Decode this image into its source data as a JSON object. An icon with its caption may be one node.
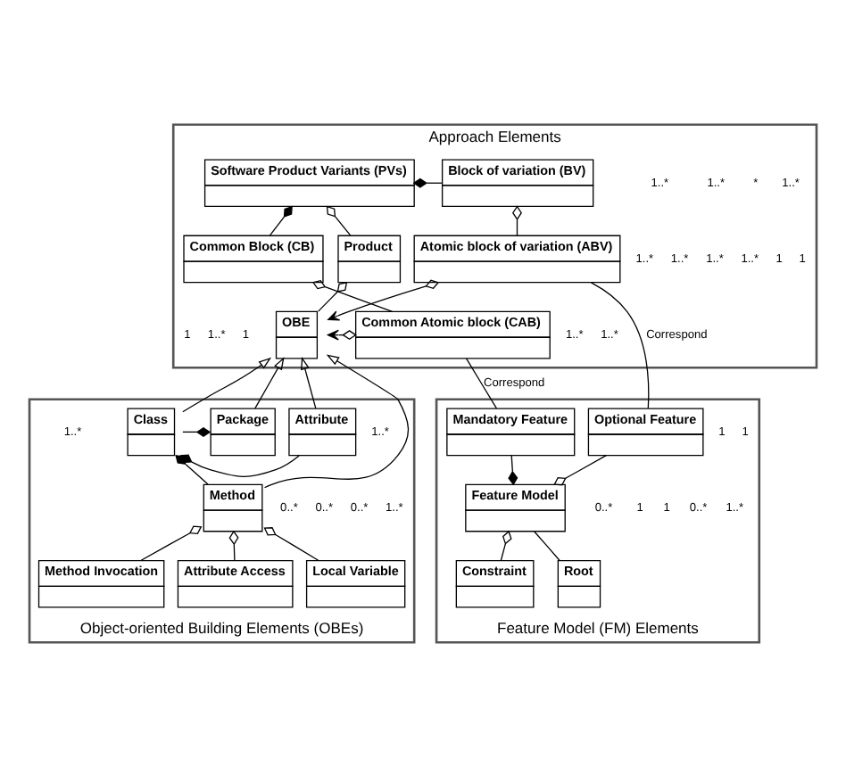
{
  "diagram": {
    "nodes": [
      {
        "text": [
          "Approach Elements"
        ]
      },
      {
        "text": [
          "Software Product Variants (PVs)"
        ],
        "in": 0
      },
      {
        "text": [
          "Block of variation (BV)"
        ],
        "in": 0
      },
      {
        "text": [
          "Common Block (CB)"
        ],
        "in": 0
      },
      {
        "text": [
          "Product"
        ],
        "in": 0
      },
      {
        "text": [
          "Atomic block of variation (ABV)"
        ],
        "in": 0
      },
      {
        "text": [
          "OBE"
        ],
        "in": 0
      },
      {
        "text": [
          "Common Atomic block (CAB)"
        ],
        "in": 0
      },
      {
        "text": [
          "Object-oriented Building Elements (OBEs)"
        ]
      },
      {
        "text": [
          "Class"
        ],
        "in": 8
      },
      {
        "text": [
          "Package"
        ],
        "in": 8
      },
      {
        "text": [
          "Attribute"
        ],
        "in": 8
      },
      {
        "text": [
          "Method"
        ],
        "in": 8
      },
      {
        "text": [
          "Attribute Access"
        ],
        "in": 8
      },
      {
        "text": [
          "Method Invocation"
        ],
        "in": 8
      },
      {
        "text": [
          "Local Variable"
        ],
        "in": 8
      },
      {
        "text": [
          "Feature Model (FM) Elements"
        ]
      },
      {
        "text": [
          "Mandatory Feature"
        ],
        "in": 16
      },
      {
        "text": [
          "Optional Feature"
        ],
        "in": 16
      },
      {
        "text": [
          "Feature Model"
        ],
        "in": 16
      },
      {
        "text": [
          "Root"
        ],
        "in": 16
      },
      {
        "text": [
          "Constraint"
        ],
        "in": 16
      }
    ],
    "edges": [
      {
        "from": 2,
        "to": 1,
        "arrow": "other"
      },
      {
        "from": 4,
        "to": 1,
        "arrow": "other"
      },
      {
        "from": 3,
        "to": 1,
        "arrow": "other"
      },
      {
        "from": 5,
        "to": 2,
        "arrow": "other"
      },
      {
        "from": 7,
        "to": 3,
        "arrow": "other"
      },
      {
        "from": 6,
        "to": 4,
        "arrow": "other"
      },
      {
        "from": 5,
        "to": 6,
        "arrow": "to"
      },
      {
        "from": 7,
        "to": 6,
        "arrow": "to"
      },
      {
        "from": 17,
        "to": 7,
        "arrow": "none",
        "label": "Correspond"
      },
      {
        "from": 18,
        "to": 5,
        "arrow": "none",
        "label": "Correspond"
      },
      {
        "from": 9,
        "to": 6,
        "arrow": "to"
      },
      {
        "from": 10,
        "to": 6,
        "arrow": "to"
      },
      {
        "from": 11,
        "to": 6,
        "arrow": "to"
      },
      {
        "from": 12,
        "to": 6,
        "arrow": "to"
      },
      {
        "from": 9,
        "to": 10,
        "arrow": "other"
      },
      {
        "from": 11,
        "to": 9,
        "arrow": "other"
      },
      {
        "from": 12,
        "to": 9,
        "arrow": "other"
      },
      {
        "from": 13,
        "to": 12,
        "arrow": "other"
      },
      {
        "from": 14,
        "to": 12,
        "arrow": "other"
      },
      {
        "from": 15,
        "to": 12,
        "arrow": "other"
      },
      {
        "from": 19,
        "to": 17,
        "arrow": "other"
      },
      {
        "from": 19,
        "to": 18,
        "arrow": "other"
      },
      {
        "from": 20,
        "to": 19,
        "arrow": "none"
      },
      {
        "from": 21,
        "to": 19,
        "arrow": "other"
      }
    ],
    "labels": [
      "*",
      "1..*",
      "1",
      "1..*",
      "1..*",
      "1",
      "1..*",
      "1..*",
      "1..*",
      "1",
      "1..*",
      "1..*",
      "1..*",
      "1..*",
      "1",
      "1..*",
      "1..*",
      "1..*",
      "0..*",
      "0..*",
      "0..*",
      "1",
      "1",
      "1..*",
      "0..*",
      "1",
      "1",
      "0..*"
    ]
  }
}
